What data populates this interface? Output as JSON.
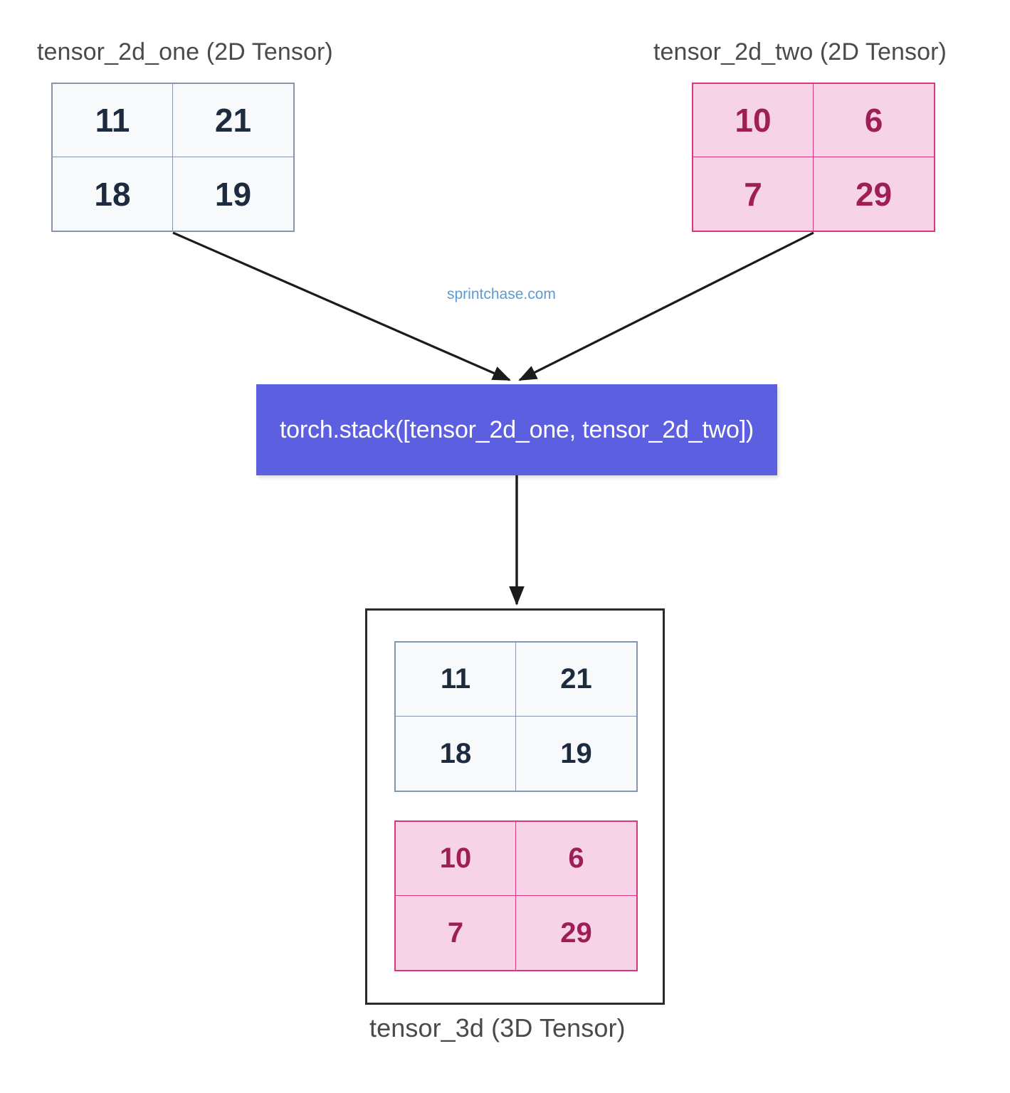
{
  "page": {
    "background": "#ffffff",
    "watermark": "sprintchase.com",
    "watermark_color": "#5b9bd5"
  },
  "tensor_one": {
    "caption": "tensor_2d_one (2D Tensor)",
    "fill": "#f7f9fb",
    "border": "#8795ae",
    "text_color": "#1d2b3f",
    "values": [
      "11",
      "21",
      "18",
      "19"
    ]
  },
  "tensor_two": {
    "caption": "tensor_2d_two (2D Tensor)",
    "fill": "#f7d3e7",
    "border": "#d6397f",
    "text_color": "#9e1f55",
    "values": [
      "10",
      "6",
      "7",
      "29"
    ]
  },
  "operation": {
    "label": "torch.stack([tensor_2d_one, tensor_2d_two])",
    "fill": "#5b5fe0",
    "text_color": "#ffffff"
  },
  "tensor_3d": {
    "caption": "tensor_3d (3D Tensor)",
    "border": "#2b2b2b",
    "slice_one": {
      "fill": "#f7f9fb",
      "border": "#8795ae",
      "text_color": "#1d2b3f",
      "values": [
        "11",
        "21",
        "18",
        "19"
      ]
    },
    "slice_two": {
      "fill": "#f7d3e7",
      "border": "#d6397f",
      "text_color": "#9e1f55",
      "values": [
        "10",
        "6",
        "7",
        "29"
      ]
    }
  },
  "arrows": {
    "color": "#1b1b1b",
    "from_tensor_one": "tensor_2d_one -> torch.stack",
    "from_tensor_two": "tensor_2d_two -> torch.stack",
    "to_result": "torch.stack -> tensor_3d"
  }
}
